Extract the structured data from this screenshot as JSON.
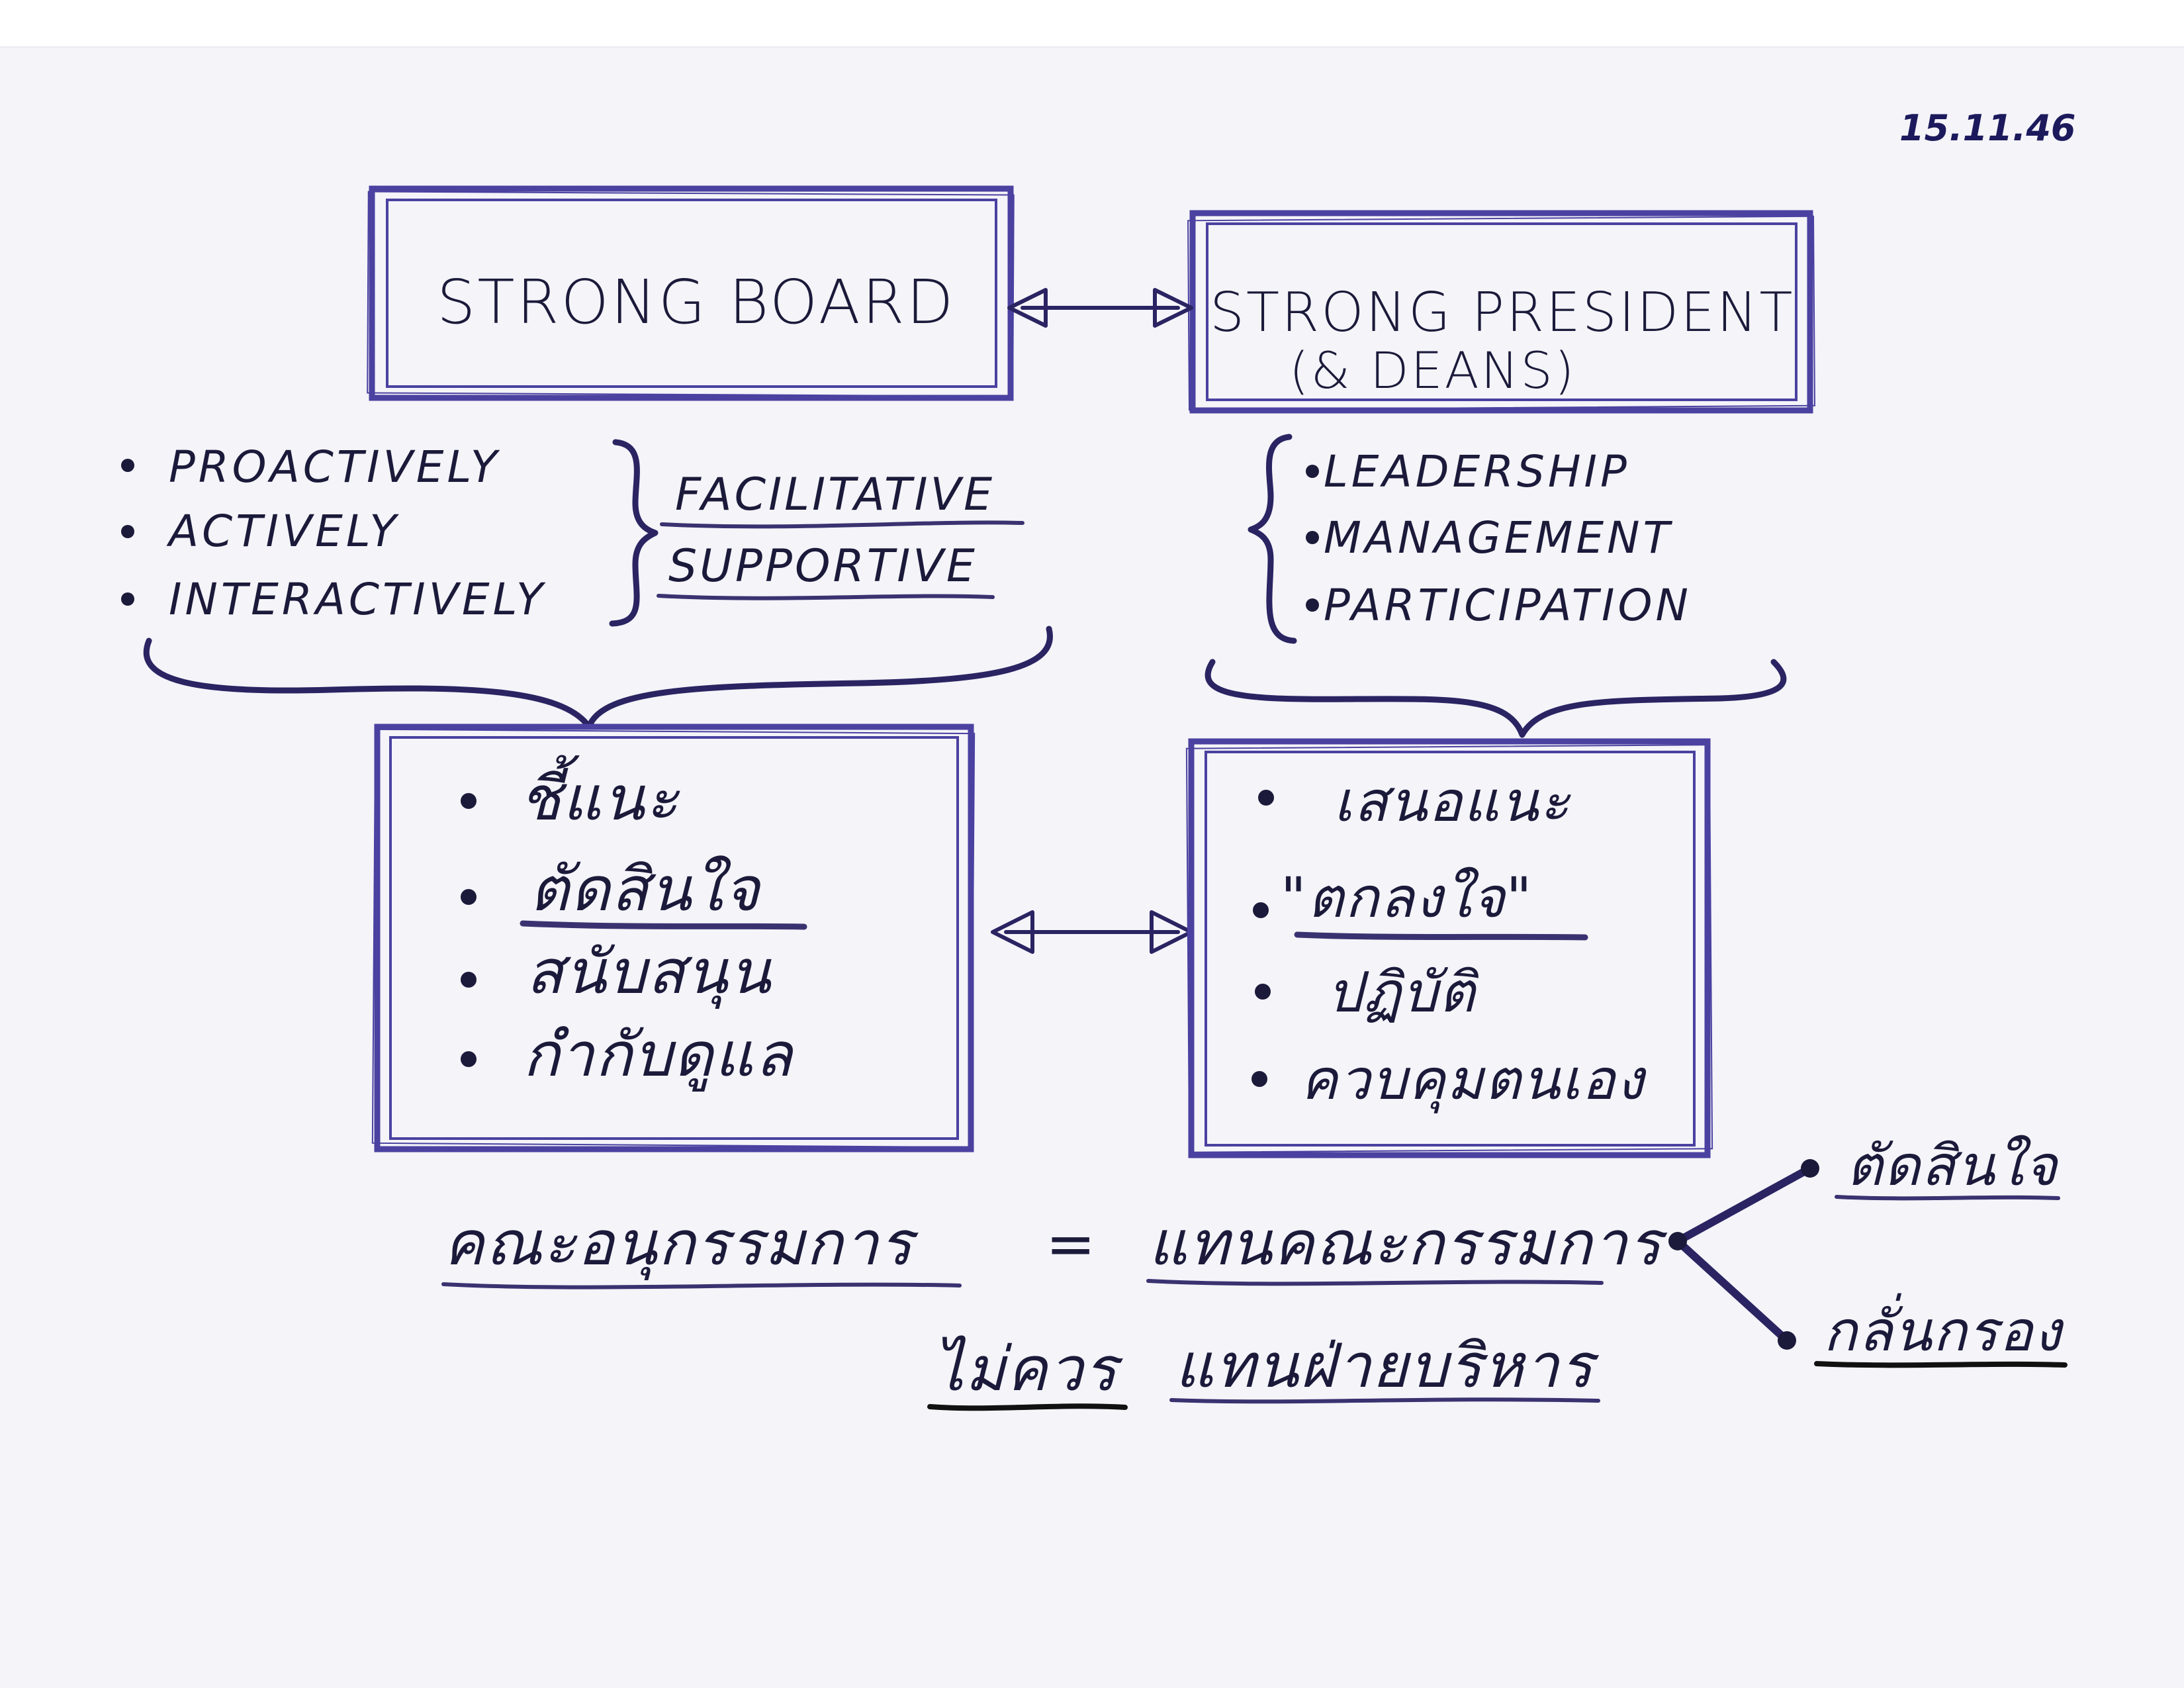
{
  "date": "15.11.46",
  "board": {
    "title": "STRONG BOARD",
    "modes": [
      "PROACTIVELY",
      "ACTIVELY",
      "INTERACTIVELY"
    ],
    "roles": [
      "FACILITATIVE",
      "SUPPORTIVE"
    ],
    "duties": [
      "ชี้แนะ",
      "ตัดสินใจ",
      "สนับสนุน",
      "กำกับดูแล"
    ]
  },
  "president": {
    "title": "STRONG PRESIDENT",
    "subtitle": "(& DEANS)",
    "qualities": [
      "LEADERSHIP",
      "MANAGEMENT",
      "PARTICIPATION"
    ],
    "duties": [
      "เสนอแนะ",
      "\"ตกลงใจ\"",
      "ปฏิบัติ",
      "ควบคุมตนเอง"
    ]
  },
  "bottom": {
    "left_term": "คณะอนุกรรมการ",
    "equals": "=",
    "right_term": "แทนคณะกรรมการ",
    "not_label": "ไม่ควร",
    "not_term": "แทนฝ่ายบริหาร",
    "branches": [
      "ตัดสินใจ",
      "กลั่นกรอง"
    ]
  },
  "colors": {
    "ink": "#1b1a3a",
    "frame": "#4a41a0",
    "paper": "#f4f4f9"
  }
}
